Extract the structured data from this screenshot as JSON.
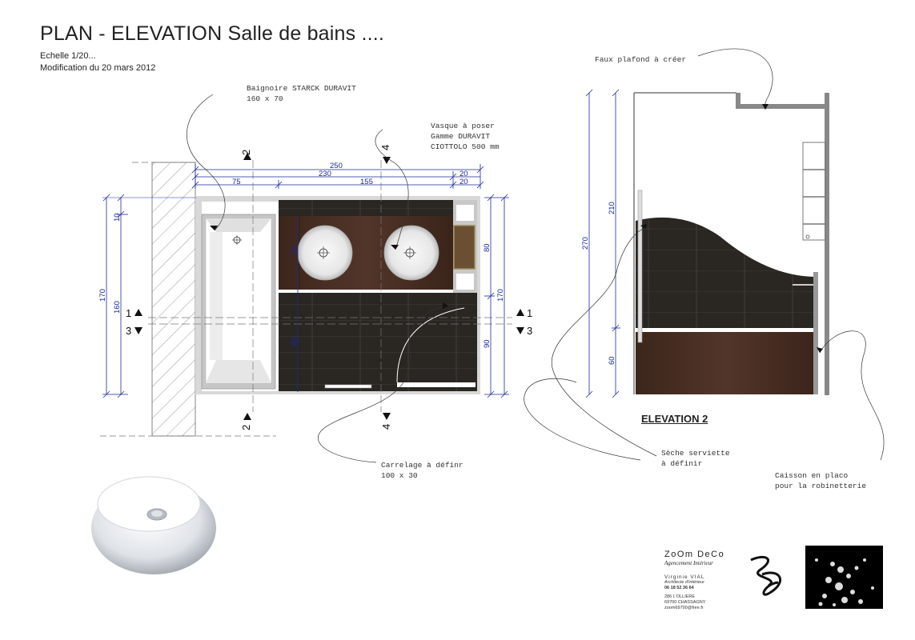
{
  "header": {
    "title": "PLAN - ELEVATION  Salle de bains    ....",
    "scale": "Echelle 1/20...",
    "modified": "Modification du 20 mars 2012"
  },
  "notes": {
    "bathtub": [
      "Baignoire STARCK DURAVIT",
      "160 x 70"
    ],
    "basin": [
      "Vasque à poser",
      "Gamme DURAVIT",
      "CIOTTOLO 500 mm"
    ],
    "tiles": [
      "Carrelage à définr",
      "100 x 30"
    ],
    "ceiling": "Faux plafond à créer",
    "towel": [
      "Sèche serviette",
      "à définir"
    ],
    "casing": [
      "Caisson en placo",
      "pour la robinetterie"
    ]
  },
  "dims_top": {
    "total": "250",
    "inner": "230",
    "left": "75",
    "mid": "155",
    "right_a": "20",
    "right_b": "20"
  },
  "dims_left": {
    "outer": "170",
    "inner": "160",
    "top": "10"
  },
  "dims_right": {
    "upper": "80",
    "lower": "90",
    "total": "170"
  },
  "dims_inner": {
    "a": "20",
    "b": "80"
  },
  "dims_elev": {
    "total": "270",
    "upper": "210",
    "lower": "60"
  },
  "sections": {
    "s1": "1",
    "s2": "2",
    "s3": "3",
    "s4": "4"
  },
  "elevation_label": "ELEVATION 2",
  "signature": {
    "company": "ZoOm DeCo",
    "tagline": "Agencement Intérieur",
    "name": "Virginie VIAL",
    "role": "Architecte d'intérieur",
    "phone": "06 18 52 36 64",
    "address1": "286 L'OLLIERE",
    "address2": "69700 CHASSAGNY",
    "email": "zoom69700@free.fr"
  },
  "colors": {
    "dark_tile": "#2a2622",
    "wood": "#4a2f22",
    "dim_blue": "#1a2a9a",
    "wall_grey": "#888888"
  }
}
